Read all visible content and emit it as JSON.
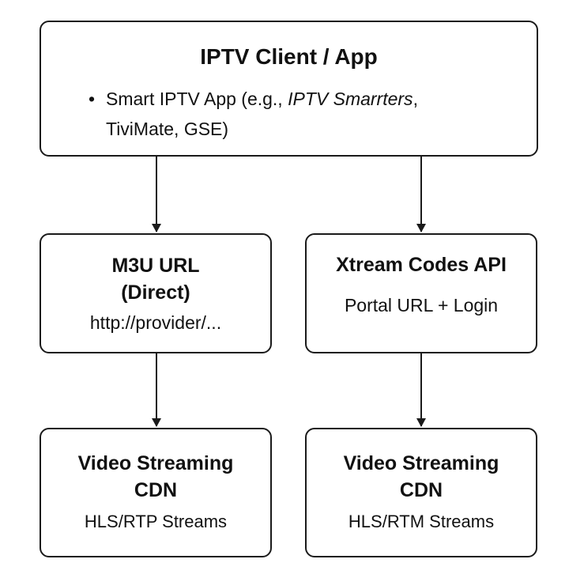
{
  "client": {
    "title": "IPTV Client / App",
    "bullet": "•",
    "line1_prefix": "Smart IPTV App (e.g., ",
    "line1_italic": "IPTV Smarrters",
    "line1_suffix": ",",
    "line2": "TiviMate, GSE)"
  },
  "m3u": {
    "title_line1": "M3U URL",
    "title_line2": "(Direct)",
    "url": "http://provider/..."
  },
  "xtream": {
    "title": "Xtream Codes API",
    "detail": "Portal URL + Login"
  },
  "cdn_left": {
    "title_line1": "Video Streaming",
    "title_line2": "CDN",
    "detail": "HLS/RTP Streams"
  },
  "cdn_right": {
    "title_line1": "Video Streaming",
    "title_line2": "CDN",
    "detail": "HLS/RTM Streams"
  },
  "colors": {
    "stroke": "#1a1a1a",
    "background": "#ffffff"
  }
}
